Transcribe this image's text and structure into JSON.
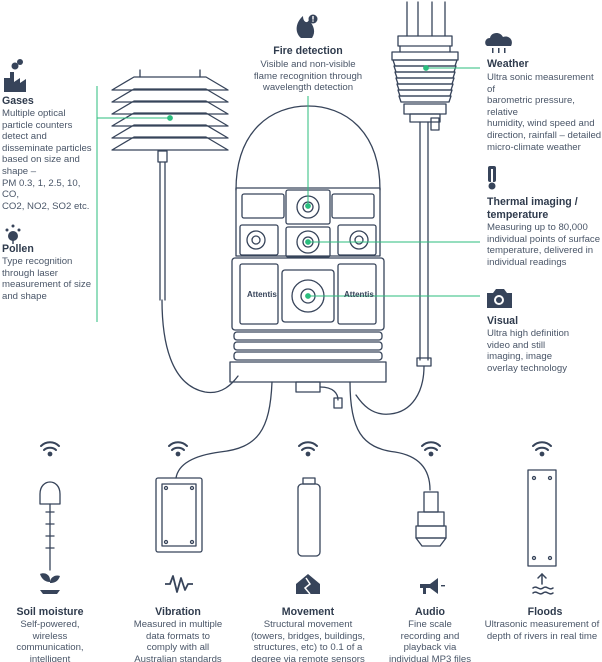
{
  "colors": {
    "accent": "#2bbd7e",
    "ink": "#37445a",
    "icon": "#37445a"
  },
  "device": {
    "brand_left": "Attentis",
    "brand_right": "Attentis"
  },
  "features": {
    "fire": {
      "title": "Fire detection",
      "lines": [
        "Visible and non-visible",
        "flame recognition through",
        "wavelength detection"
      ],
      "icon": "flame-alert-icon"
    },
    "weather": {
      "title": "Weather",
      "lines": [
        "Ultra sonic measurement of",
        "barometric pressure, relative",
        "humidity, wind speed and",
        "direction, rainfall – detailed",
        "micro-climate weather"
      ],
      "icon": "cloud-rain-icon"
    },
    "gases": {
      "title": "Gases",
      "lines": [
        "Multiple optical",
        "particle counters",
        "detect and",
        "disseminate particles",
        "based on size and",
        "shape –",
        "PM 0.3, 1, 2.5, 10, CO,",
        "CO2, NO2, SO2 etc."
      ],
      "icon": "factory-smoke-icon"
    },
    "pollen": {
      "title": "Pollen",
      "lines": [
        "Type recognition",
        "through laser",
        "measurement of size",
        "and shape"
      ],
      "icon": "pollen-icon"
    },
    "thermal": {
      "title_lines": [
        "Thermal imaging /",
        "temperature"
      ],
      "lines": [
        "Measuring up to 80,000",
        "individual points of surface",
        "temperature, delivered in",
        "individual readings"
      ],
      "icon": "thermometer-icon"
    },
    "visual": {
      "title": "Visual",
      "lines": [
        "Ultra high definition",
        "video and still",
        "imaging, image",
        "overlay technology"
      ],
      "icon": "camera-icon"
    },
    "soil": {
      "title": "Soil moisture",
      "lines": [
        "Self-powered,",
        "wireless",
        "communication,",
        "intelligent"
      ],
      "icon": "plant-sprout-icon"
    },
    "vibration": {
      "title": "Vibration",
      "lines": [
        "Measured in multiple",
        "data formats to",
        "comply with all",
        "Australian standards"
      ],
      "icon": "vibration-wave-icon"
    },
    "movement": {
      "title": "Movement",
      "lines": [
        "Structural movement",
        "(towers, bridges, buildings,",
        "structures, etc) to 0.1 of a",
        "degree via remote sensors"
      ],
      "icon": "broken-house-icon"
    },
    "audio": {
      "title": "Audio",
      "lines": [
        "Fine scale",
        "recording and",
        "playback via",
        "individual MP3 files"
      ],
      "icon": "megaphone-icon"
    },
    "floods": {
      "title": "Floods",
      "lines": [
        "Ultrasonic measurement of",
        "depth of rivers in real time"
      ],
      "icon": "water-level-icon"
    }
  },
  "wireless_icon": "wifi-icon"
}
